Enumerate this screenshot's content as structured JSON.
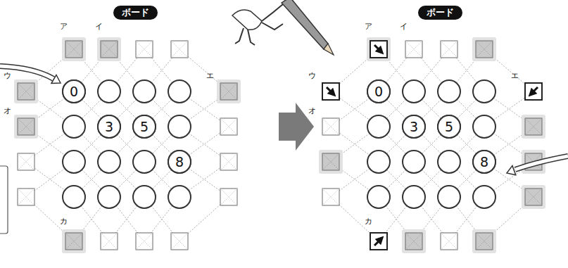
{
  "diagram": {
    "nodes": [
      {
        "text": [
          "ボード"
        ]
      },
      {
        "text": [
          "ア"
        ]
      },
      {
        "text": [
          "イ"
        ]
      },
      {
        "text": [
          "ウ"
        ]
      },
      {
        "text": [
          "0"
        ]
      },
      {
        "text": [
          "エ"
        ]
      },
      {
        "text": [
          "オ"
        ]
      },
      {
        "text": [
          "3"
        ]
      },
      {
        "text": [
          "5"
        ]
      },
      {
        "text": [
          "8"
        ]
      },
      {
        "text": [
          "カ"
        ]
      },
      {
        "text": [
          "ボード"
        ]
      },
      {
        "text": [
          "ア"
        ]
      },
      {
        "text": [
          "イ"
        ]
      },
      {
        "text": [
          "ウ"
        ]
      },
      {
        "text": [
          "0"
        ]
      },
      {
        "text": [
          "エ"
        ]
      },
      {
        "text": [
          "オ"
        ]
      },
      {
        "text": [
          "3"
        ]
      },
      {
        "text": [
          "5"
        ]
      },
      {
        "text": [
          "8"
        ]
      },
      {
        "text": [
          "カ"
        ]
      }
    ]
  }
}
